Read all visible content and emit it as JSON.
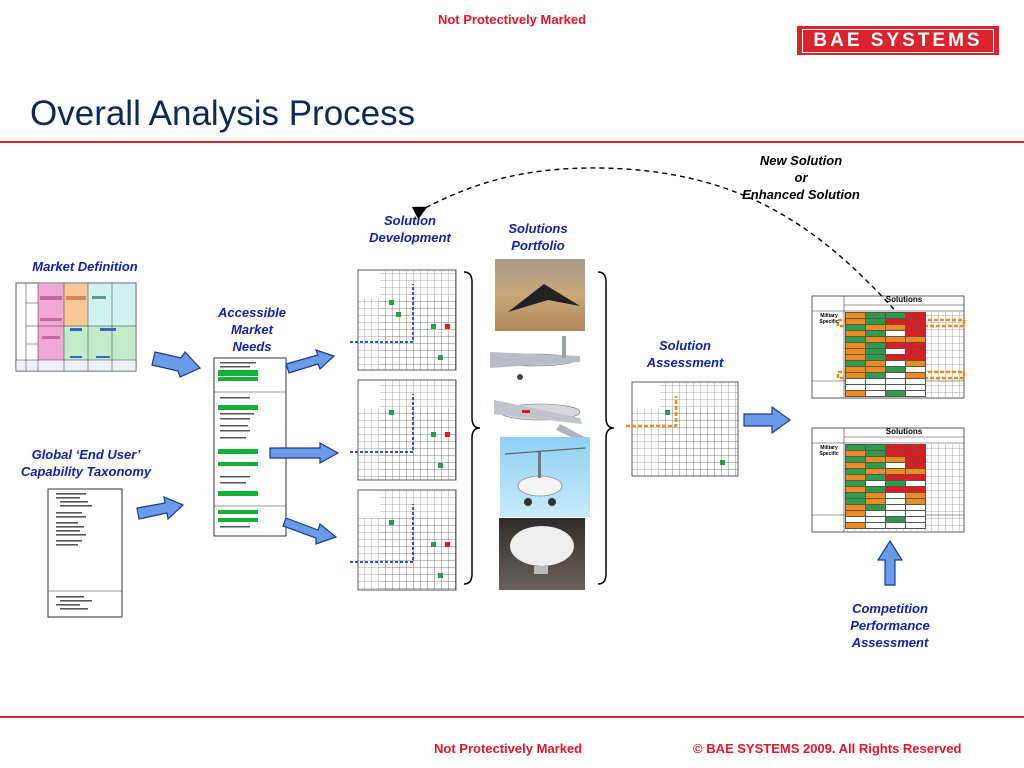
{
  "header": {
    "classification": "Not Protectively Marked",
    "logo": "BAE SYSTEMS",
    "title": "Overall Analysis Process"
  },
  "labels": {
    "market_definition": "Market Definition",
    "taxonomy_line1": "Global ‘End User’",
    "taxonomy_line2": "Capability Taxonomy",
    "accessible_line1": "Accessible",
    "accessible_line2": "Market",
    "accessible_line3": "Needs",
    "sol_dev_line1": "Solution",
    "sol_dev_line2": "Development",
    "portfolio_line1": "Solutions",
    "portfolio_line2": "Portfolio",
    "assessment_line1": "Solution",
    "assessment_line2": "Assessment",
    "new_solution_line1": "New Solution",
    "new_solution_line2": "or",
    "new_solution_line3": "Enhanced Solution",
    "competition_line1": "Competition",
    "competition_line2": "Performance",
    "competition_line3": "Assessment"
  },
  "solutions_table": {
    "title": "Solutions",
    "row_label_line1": "Military",
    "row_label_line2": "Specific"
  },
  "footer": {
    "classification": "Not Protectively Marked",
    "copyright": "© BAE SYSTEMS 2009. All Rights Reserved"
  },
  "colors": {
    "brand_red": "#d9232e",
    "label_blue": "#1024a5",
    "arrow_blue": "#6a9be8",
    "cell_green": "#2e9b4b",
    "cell_orange": "#f08c1e",
    "cell_red": "#e01b1b"
  }
}
